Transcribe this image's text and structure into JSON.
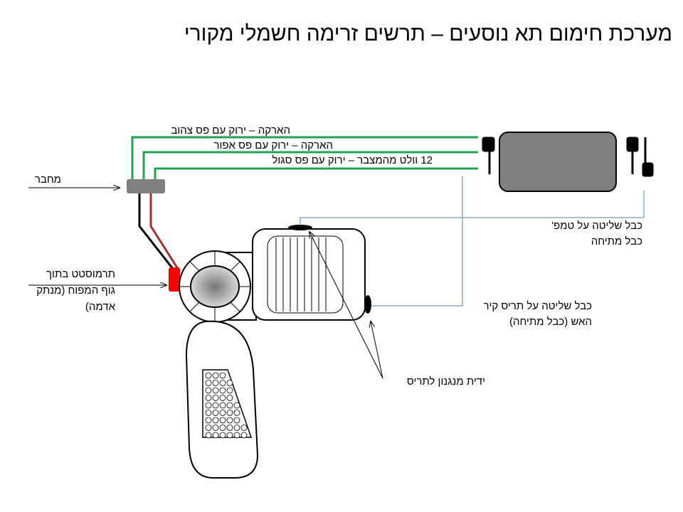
{
  "title": "מערכת חימום תא נוסעים – תרשים זרימה חשמלי מקורי",
  "wires": {
    "ground_yellow": "הארקה – ירוק  עם פס צהוב",
    "ground_gray": "הארקה – ירוק  עם פס אפור",
    "battery_12v": "12 וולט מהמצבר – ירוק  עם פס סגול"
  },
  "labels": {
    "connector": "מחבר",
    "thermostat": [
      "תרמוסטט בתוך",
      "גוף המפוח (מנתק",
      "אדמה)"
    ],
    "temp_cable": [
      "כבל שליטה על טמפ'",
      "כבל מתיחה"
    ],
    "firewall_cable": [
      "כבל שליטה על תריס קיר",
      "האש (כבל מתיחה)"
    ],
    "flap_handle": "ידית מנגנון לתריס"
  },
  "colors": {
    "wire_green": "#1fa350",
    "wire_red": "#a0302a",
    "thermostat": "#ff0000",
    "cable_blue": "#4f7fb0",
    "panel": "#808080"
  }
}
